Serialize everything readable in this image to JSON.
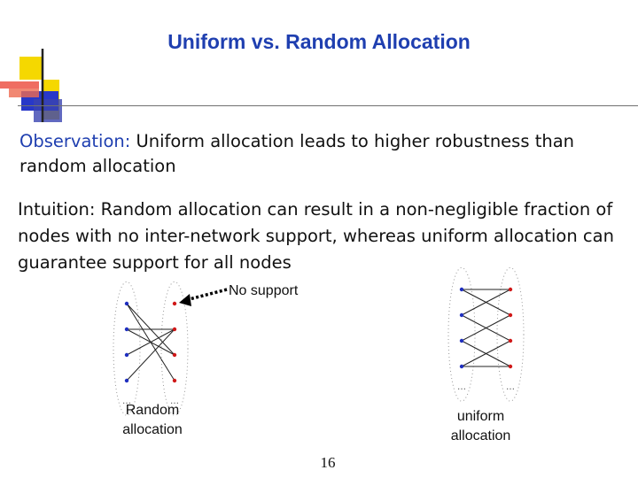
{
  "slide": {
    "title": "Uniform vs. Random Allocation",
    "observation": {
      "lead": "Observation:",
      "text": " Uniform allocation leads to higher robustness than random allocation"
    },
    "intuition": {
      "lead": "Intuition:",
      "text": "  Random allocation can result in a non-negligible fraction of nodes with no inter-network support, whereas uniform allocation can guarantee support for all nodes"
    },
    "no_support_label": "No support",
    "random_label": "Random allocation",
    "uniform_label": "uniform allocation",
    "page_number": "16"
  },
  "colors": {
    "title": "#1f3fb0",
    "left_nodes": "#1f2fbf",
    "right_nodes": "#d01818",
    "logo_yellow": "#f5d800",
    "logo_red": "#e83020",
    "logo_blue": "#2838c8"
  },
  "diagram": {
    "random": {
      "left_node_count": 4,
      "right_node_count": 4,
      "unsupported_right_node": 1,
      "edges": [
        [
          1,
          3
        ],
        [
          1,
          4
        ],
        [
          2,
          2
        ],
        [
          2,
          3
        ],
        [
          3,
          2
        ],
        [
          4,
          2
        ]
      ]
    },
    "uniform": {
      "left_node_count": 4,
      "right_node_count": 4,
      "edges": [
        [
          1,
          1
        ],
        [
          1,
          2
        ],
        [
          2,
          1
        ],
        [
          2,
          3
        ],
        [
          3,
          2
        ],
        [
          3,
          4
        ],
        [
          4,
          3
        ],
        [
          4,
          4
        ]
      ]
    },
    "ellipsis": "…"
  }
}
